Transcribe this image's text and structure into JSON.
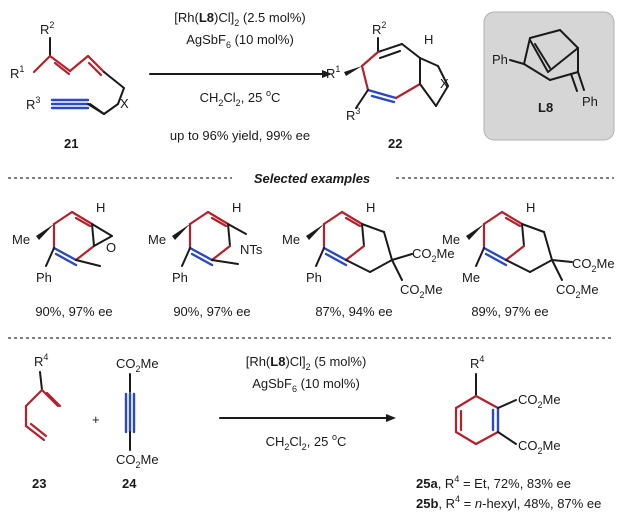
{
  "top_scheme": {
    "reactant": {
      "id": "21",
      "r1": "R",
      "r1_sup": "1",
      "r2": "R",
      "r2_sup": "2",
      "r3": "R",
      "r3_sup": "3",
      "x": "X"
    },
    "conditions": {
      "catalyst_pre": "[Rh(",
      "catalyst_ligand": "L8",
      "catalyst_post": ")Cl]",
      "catalyst_sub": "2",
      "catalyst_load": " (2.5 mol%)",
      "additive_pre": "AgSbF",
      "additive_sub": "6",
      "additive_load": " (10 mol%)",
      "solvent_pre": "CH",
      "solvent_sub1": "2",
      "solvent_mid": "Cl",
      "solvent_sub2": "2",
      "solvent_temp": ", 25 ",
      "temp_sup": "o",
      "temp_unit": "C",
      "outcome": "up to 96% yield, 99% ee"
    },
    "product": {
      "id": "22",
      "r1": "R",
      "r1_sup": "1",
      "r2": "R",
      "r2_sup": "2",
      "r3": "R",
      "r3_sup": "3",
      "x": "X",
      "h": "H"
    },
    "ligand_box": {
      "id": "L8",
      "ph1": "Ph",
      "ph2": "Ph",
      "box_color": "#d6d6d6"
    }
  },
  "examples_header": "Selected examples",
  "examples": [
    {
      "me": "Me",
      "ph": "Ph",
      "h": "H",
      "hetero": "O",
      "yield": "90%, 97% ee"
    },
    {
      "me": "Me",
      "ph": "Ph",
      "h": "H",
      "hetero": "NTs",
      "yield": "90%, 97% ee"
    },
    {
      "me": "Me",
      "ph": "Ph",
      "h": "H",
      "ester1": "CO",
      "ester1_sub": "2",
      "ester1_post": "Me",
      "ester2": "CO",
      "ester2_sub": "2",
      "ester2_post": "Me",
      "yield": "87%, 94% ee"
    },
    {
      "me": "Me",
      "me2": "Me",
      "h": "H",
      "ester1": "CO",
      "ester1_sub": "2",
      "ester1_post": "Me",
      "ester2": "CO",
      "ester2_sub": "2",
      "ester2_post": "Me",
      "yield": "89%, 97% ee"
    }
  ],
  "bottom_scheme": {
    "diene": {
      "id": "23",
      "r4": "R",
      "r4_sup": "4"
    },
    "plus": "+",
    "alkyne": {
      "id": "24",
      "top_pre": "CO",
      "top_sub": "2",
      "top_post": "Me",
      "bot_pre": "CO",
      "bot_sub": "2",
      "bot_post": "Me"
    },
    "conditions": {
      "catalyst_pre": "[Rh(",
      "catalyst_ligand": "L8",
      "catalyst_post": ")Cl]",
      "catalyst_sub": "2",
      "catalyst_load": " (5 mol%)",
      "additive_pre": "AgSbF",
      "additive_sub": "6",
      "additive_load": " (10 mol%)",
      "solvent_pre": "CH",
      "solvent_sub1": "2",
      "solvent_mid": "Cl",
      "solvent_sub2": "2",
      "solvent_temp": ", 25 ",
      "temp_sup": "o",
      "temp_unit": "C"
    },
    "product": {
      "r4": "R",
      "r4_sup": "4",
      "top_pre": "CO",
      "top_sub": "2",
      "top_post": "Me",
      "bot_pre": "CO",
      "bot_sub": "2",
      "bot_post": "Me"
    },
    "results": [
      {
        "id": "25a",
        "text_pre": ", R",
        "sup": "4",
        "text_mid": " = ",
        "italic": "",
        "text_post": "Et, 72%, 83% ee"
      },
      {
        "id": "25b",
        "text_pre": ", R",
        "sup": "4",
        "text_mid": " = ",
        "italic": "n",
        "text_post": "-hexyl, 48%, 87% ee"
      }
    ]
  },
  "colors": {
    "red_bond": "#b5212a",
    "blue_bond": "#2a49c4",
    "ink": "#1a1a1a"
  }
}
